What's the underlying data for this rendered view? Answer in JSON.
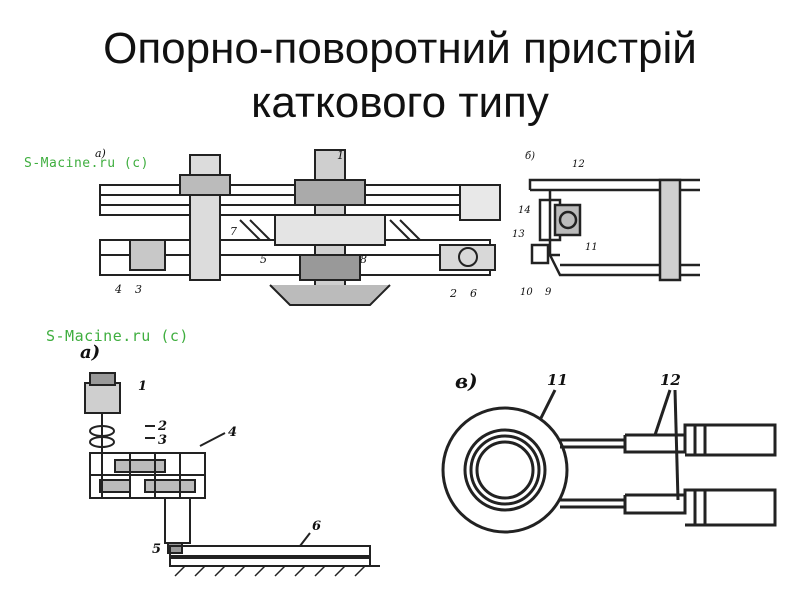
{
  "title": {
    "line1": "Опорно-поворотний пристрій",
    "line2": "каткового типу"
  },
  "watermarks": {
    "top": "S-Macine.ru (c)",
    "mid": "S-Macine.ru (c)"
  },
  "figure_top_left": {
    "marker": "a)",
    "callouts": [
      "1",
      "2",
      "3",
      "4",
      "5",
      "6",
      "7",
      "8"
    ]
  },
  "figure_top_right": {
    "marker": "б)",
    "callouts": [
      "9",
      "10",
      "11",
      "12",
      "13",
      "14"
    ]
  },
  "figure_bottom_left": {
    "marker": "а)",
    "callouts": [
      "1",
      "2",
      "3",
      "4",
      "5",
      "6"
    ]
  },
  "figure_bottom_right": {
    "marker": "в)",
    "callouts": [
      "11",
      "12"
    ]
  }
}
